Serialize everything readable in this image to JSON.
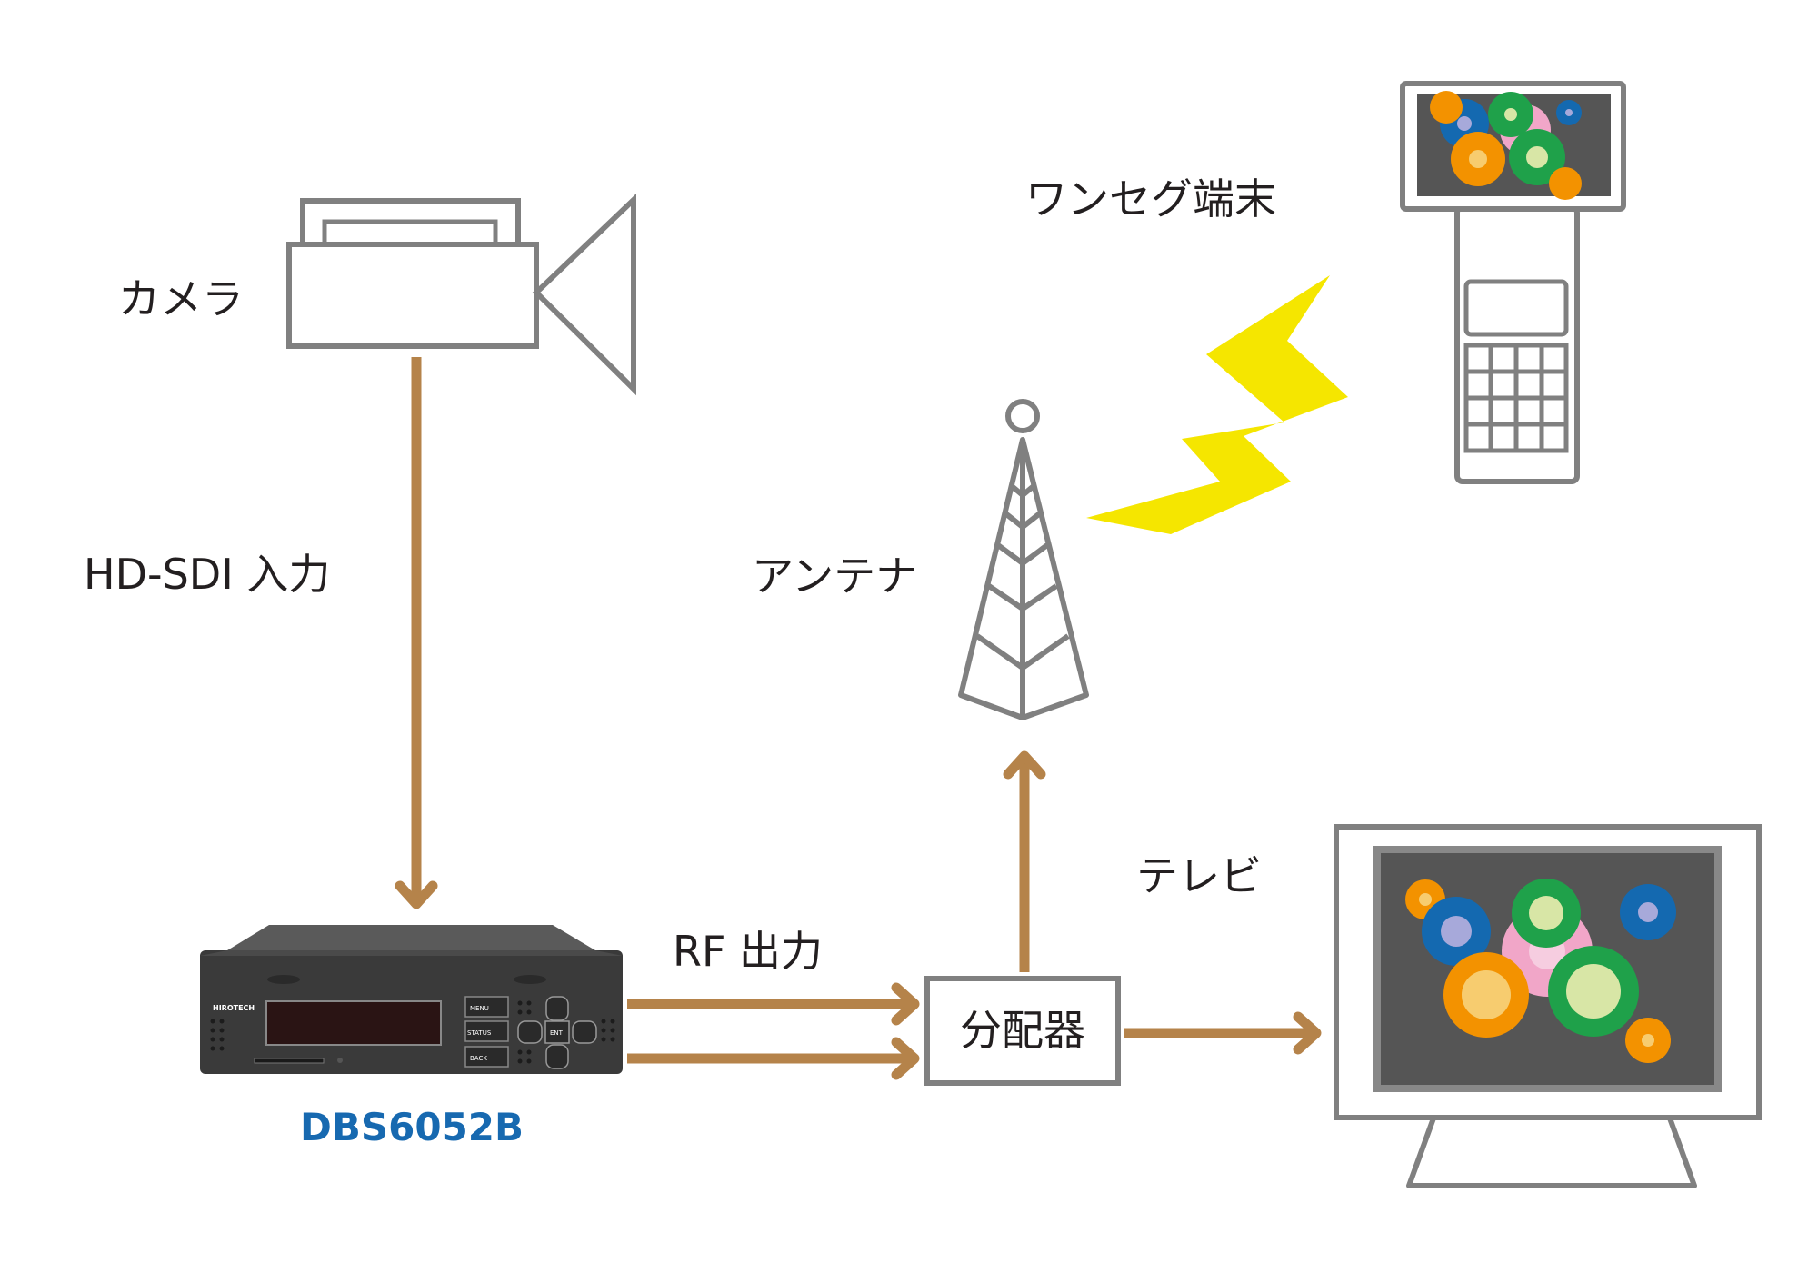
{
  "labels": {
    "camera": "カメラ",
    "hdsdi": "HD-SDI 入力",
    "model": "DBS6052B",
    "rf_out": "RF 出力",
    "splitter": "分配器",
    "antenna": "アンテナ",
    "oneseg": "ワンセグ端末",
    "tv": "テレビ"
  },
  "device_panel": {
    "brand": "HIROTECH",
    "menu": "MENU",
    "status": "STATUS",
    "back": "BACK",
    "ent": "ENT"
  },
  "colors": {
    "arrow": "#b5834a",
    "outline": "#808080",
    "model_text": "#1769b0",
    "screen": "#555555",
    "signal": "#f5e600",
    "device_body": "#3a3a3a"
  }
}
